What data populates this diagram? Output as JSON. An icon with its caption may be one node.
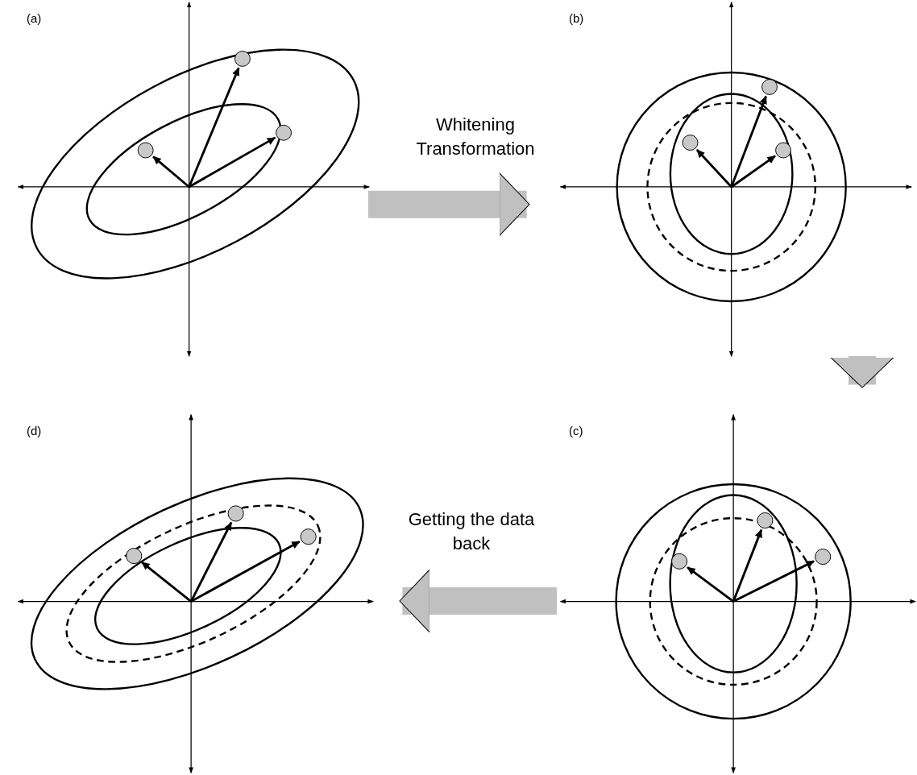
{
  "diagram": {
    "nodes": [
      {
        "text": [
          "(a)"
        ]
      },
      {
        "text": [
          "(b)"
        ]
      },
      {
        "text": [
          "(c)"
        ]
      },
      {
        "text": [
          "(d)"
        ]
      }
    ],
    "edges": [
      {
        "from": 0,
        "to": 1,
        "arrow": "to",
        "label": "Whitening Transformation"
      },
      {
        "from": 1,
        "to": 2,
        "arrow": "to"
      },
      {
        "from": 2,
        "to": 3,
        "arrow": "to",
        "label": "Getting the data back"
      }
    ]
  }
}
